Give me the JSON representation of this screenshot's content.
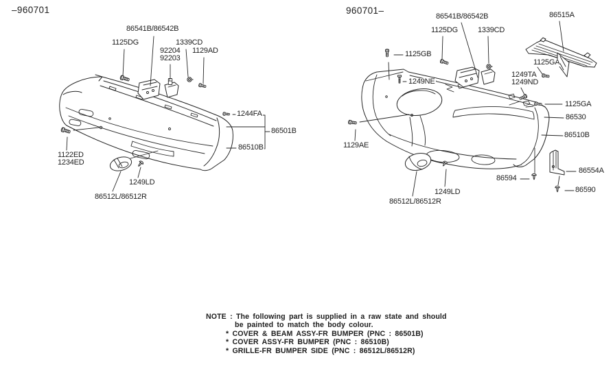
{
  "colors": {
    "ink": "#242424",
    "background": "#ffffff"
  },
  "left": {
    "header": "–960701",
    "labels": {
      "assy": "86541B/86542B",
      "p1125dg": "1125DG",
      "p1339cd": "1339CD",
      "p92204": "92204",
      "p92203": "92203",
      "p1129ad": "1129AD",
      "p1244fa": "1244FA",
      "p86501b": "86501B",
      "p86510b": "86510B",
      "p1122ed": "1122ED",
      "p1234ed": "1234ED",
      "p1249ld": "1249LD",
      "p86512": "86512L/86512R"
    }
  },
  "right": {
    "header": "960701–",
    "labels": {
      "assy": "86541B/86542B",
      "p86515a": "86515A",
      "p1125dg": "1125DG",
      "p1339cd": "1339CD",
      "p1125gb": "1125GB",
      "p1125ga_top": "1125GA",
      "p1249ne": "1249NE",
      "p1249ta": "1249TA",
      "p1249nd": "1249ND",
      "p1125ga_side": "1125GA",
      "p86530": "86530",
      "p86510b": "86510B",
      "p1129ae": "1129AE",
      "p86594": "86594",
      "p86554a": "86554A",
      "p1249ld": "1249LD",
      "p86512": "86512L/86512R",
      "p86590": "86590"
    }
  },
  "note": {
    "line1": "NOTE : The following part is supplied in a raw state and should",
    "line2": "be painted to match the body colour.",
    "items": [
      "* COVER & BEAM ASSY-FR BUMPER (PNC : 86501B)",
      "* COVER ASSY-FR BUMPER (PNC : 86510B)",
      "* GRILLE-FR BUMPER SIDE (PNC : 86512L/86512R)"
    ]
  }
}
